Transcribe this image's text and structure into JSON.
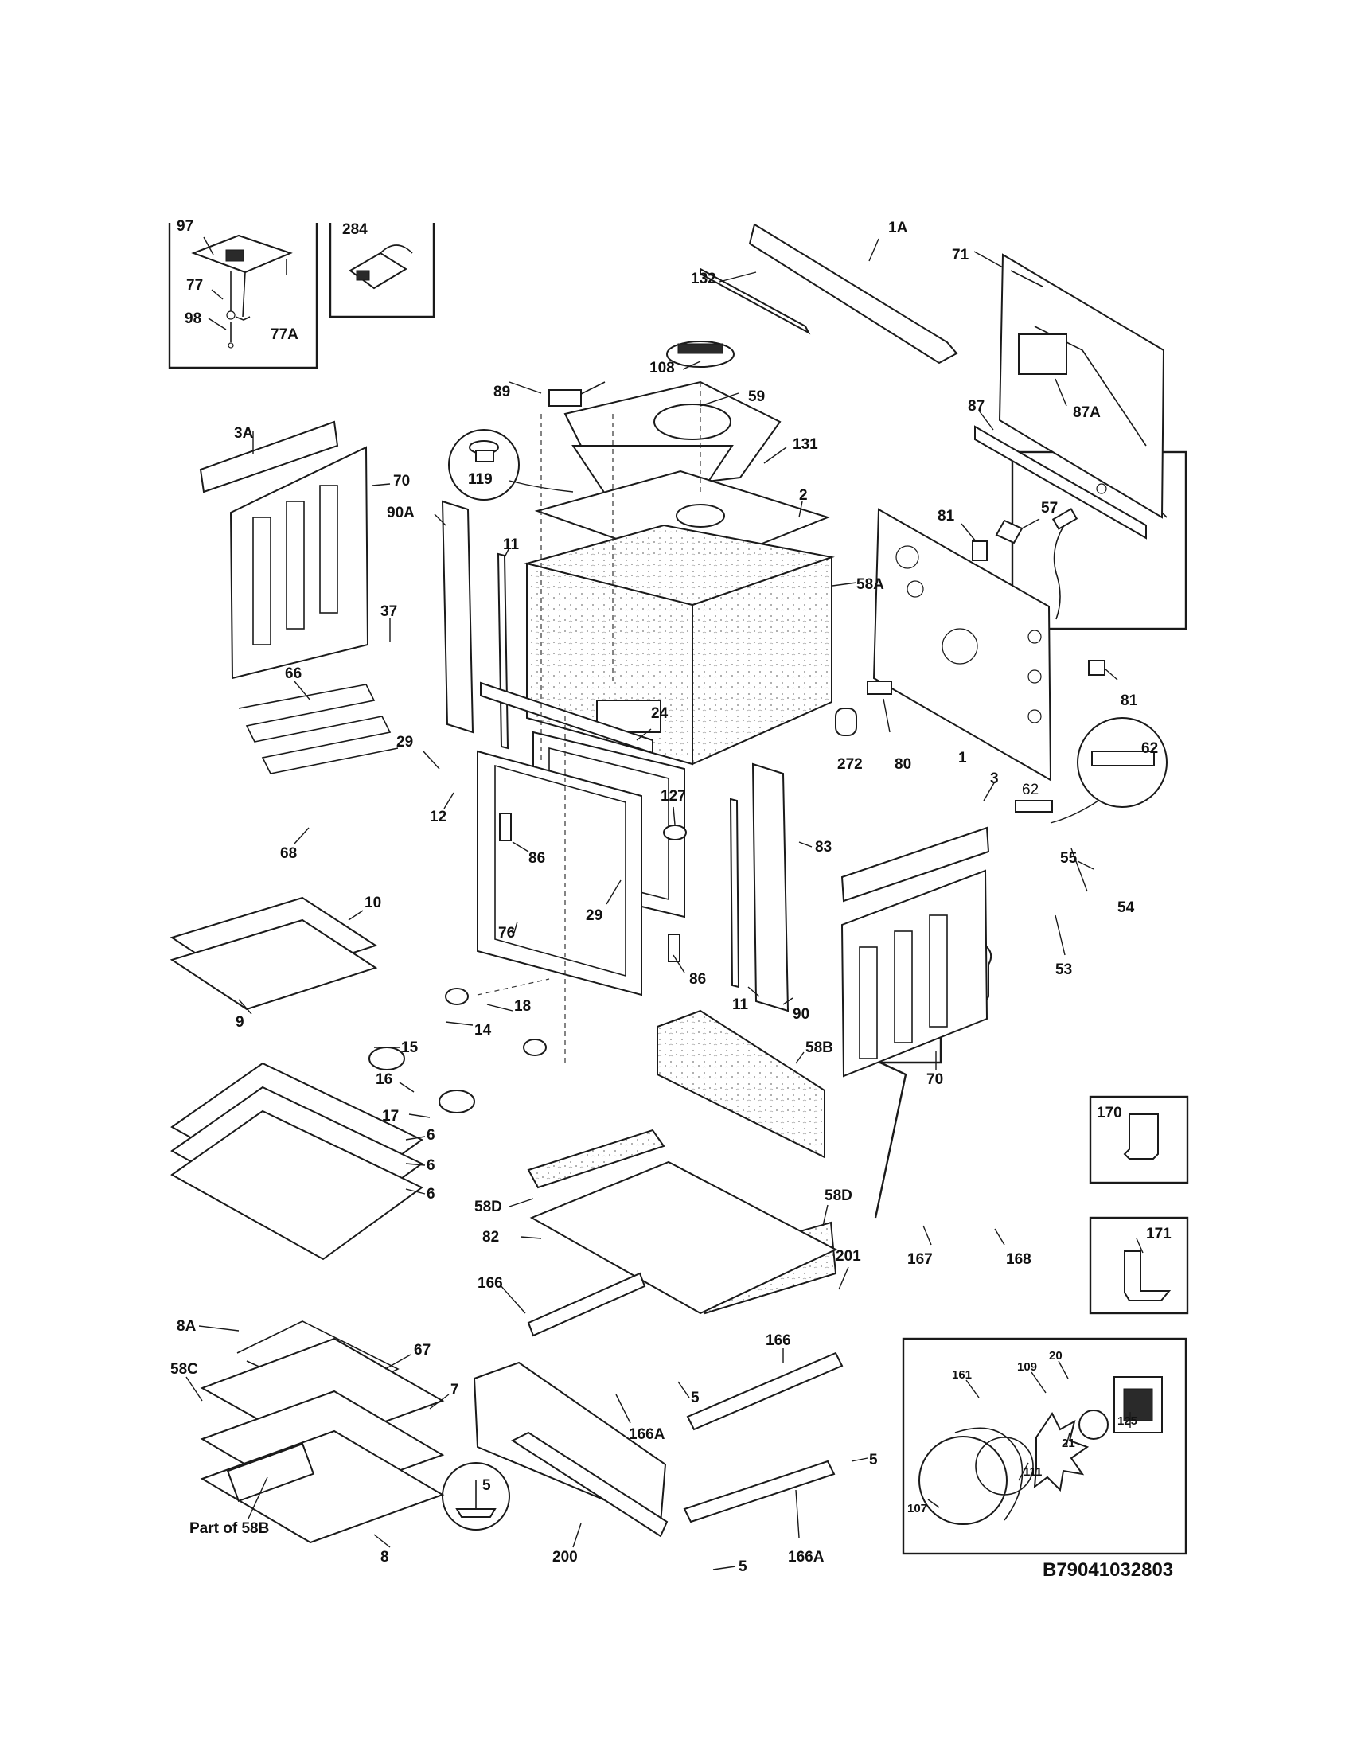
{
  "figure_code": "B79041032803",
  "part_callouts": {
    "p97": "97",
    "p284": "284",
    "p77": "77",
    "p98": "98",
    "p77a": "77A",
    "p1a": "1A",
    "p71": "71",
    "p132": "132",
    "p108": "108",
    "p89": "89",
    "p59": "59",
    "p87": "87",
    "p87a": "87A",
    "p3a": "3A",
    "p119": "119",
    "p131": "131",
    "p70_top": "70",
    "p90a": "90A",
    "p2": "2",
    "p11_top": "11",
    "p81_top": "81",
    "p57": "57",
    "p58a": "58A",
    "p37": "37",
    "p66": "66",
    "p24": "24",
    "p29_left": "29",
    "p272": "272",
    "p80": "80",
    "p1": "1",
    "p81_right": "81",
    "p62_circle": "62",
    "p62_small": "62",
    "p3": "3",
    "p12": "12",
    "p127": "127",
    "p68": "68",
    "p83": "83",
    "p86_left": "86",
    "p29_mid": "29",
    "p55": "55",
    "p54": "54",
    "p10": "10",
    "p76": "76",
    "p53": "53",
    "p86_right": "86",
    "p11_bottom": "11",
    "p90": "90",
    "p18": "18",
    "p9": "9",
    "p14": "14",
    "p15": "15",
    "p70_bottom": "70",
    "p58b": "58B",
    "p16": "16",
    "p17": "17",
    "p170": "170",
    "p6_a": "6",
    "p6_b": "6",
    "p6_c": "6",
    "p58d_left": "58D",
    "p58d_right": "58D",
    "p82": "82",
    "p167": "167",
    "p168": "168",
    "p171": "171",
    "p201": "201",
    "p166_left": "166",
    "p8a": "8A",
    "p166_right": "166",
    "p20": "20",
    "p109": "109",
    "p161": "161",
    "p58c": "58C",
    "p67": "67",
    "p7": "7",
    "p5_a": "5",
    "p166a_left": "166A",
    "p125": "125",
    "p21": "21",
    "p111": "111",
    "p5_b": "5",
    "p107": "107",
    "p5_c": "5",
    "part_of_58b": "Part of 58B",
    "p8": "8",
    "p200": "200",
    "p5_d": "5",
    "p166a_bottom": "166A"
  }
}
